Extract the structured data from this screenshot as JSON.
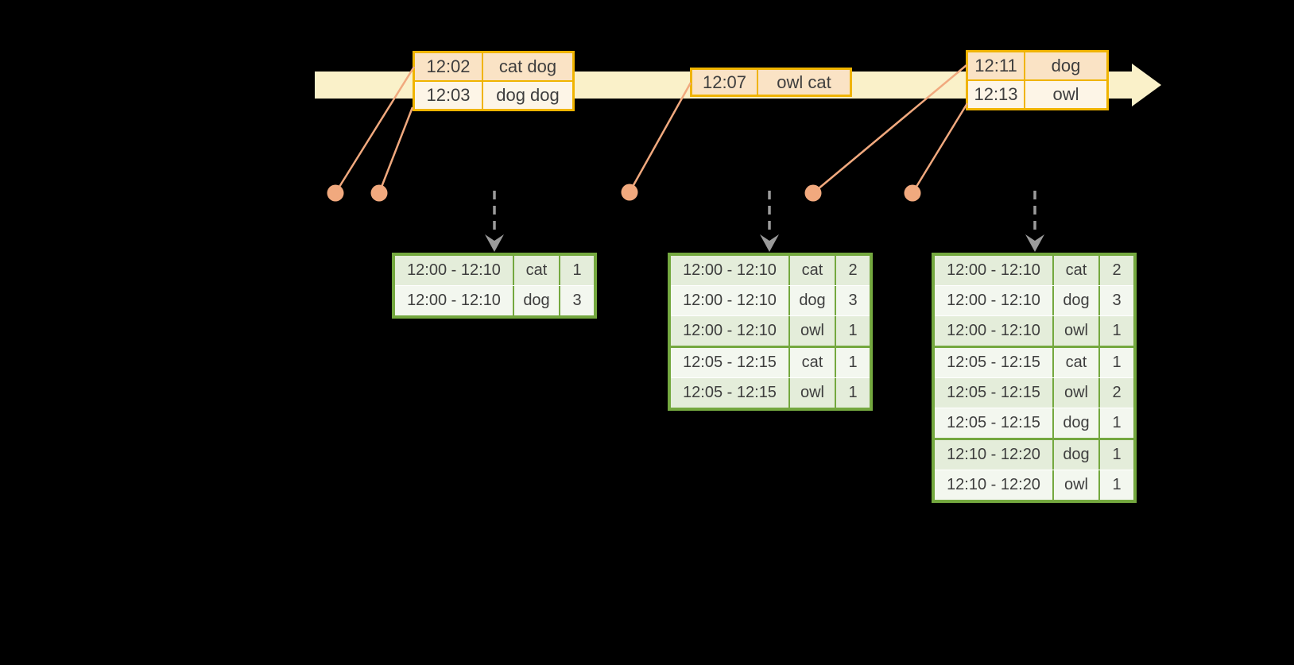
{
  "title": "windowed word-count streaming diagram",
  "colors": {
    "background": "#000000",
    "timeline_band": "#faf1c9",
    "event_border": "#f0b400",
    "event_fill_dark": "#fae3c5",
    "event_fill_light": "#fdf5e7",
    "event_dot": "#f1a97e",
    "connector_line": "#f1a97e",
    "trigger_arrow": "#9b9b9b",
    "result_border": "#74a83f",
    "result_fill_dark": "#e4edda",
    "result_fill_light": "#f3f7ef",
    "text": "#3e3e3e"
  },
  "timeline": {
    "entry_tables": [
      {
        "id": "entry-a",
        "rows": [
          {
            "time": "12:02",
            "words": "cat dog"
          },
          {
            "time": "12:03",
            "words": "dog dog"
          }
        ]
      },
      {
        "id": "entry-b",
        "rows": [
          {
            "time": "12:07",
            "words": "owl cat"
          }
        ]
      },
      {
        "id": "entry-c",
        "rows": [
          {
            "time": "12:11",
            "words": "dog"
          },
          {
            "time": "12:13",
            "words": "owl"
          }
        ]
      }
    ]
  },
  "result_tables": [
    {
      "id": "result-1",
      "groups": [
        [
          {
            "window": "12:00 - 12:10",
            "word": "cat",
            "count": "1"
          },
          {
            "window": "12:00 - 12:10",
            "word": "dog",
            "count": "3"
          }
        ]
      ]
    },
    {
      "id": "result-2",
      "groups": [
        [
          {
            "window": "12:00 - 12:10",
            "word": "cat",
            "count": "2"
          },
          {
            "window": "12:00 - 12:10",
            "word": "dog",
            "count": "3"
          },
          {
            "window": "12:00 - 12:10",
            "word": "owl",
            "count": "1"
          }
        ],
        [
          {
            "window": "12:05 - 12:15",
            "word": "cat",
            "count": "1"
          },
          {
            "window": "12:05 - 12:15",
            "word": "owl",
            "count": "1"
          }
        ]
      ]
    },
    {
      "id": "result-3",
      "groups": [
        [
          {
            "window": "12:00 - 12:10",
            "word": "cat",
            "count": "2"
          },
          {
            "window": "12:00 - 12:10",
            "word": "dog",
            "count": "3"
          },
          {
            "window": "12:00 - 12:10",
            "word": "owl",
            "count": "1"
          }
        ],
        [
          {
            "window": "12:05 - 12:15",
            "word": "cat",
            "count": "1"
          },
          {
            "window": "12:05 - 12:15",
            "word": "owl",
            "count": "2"
          },
          {
            "window": "12:05 - 12:15",
            "word": "dog",
            "count": "1"
          }
        ],
        [
          {
            "window": "12:10 - 12:20",
            "word": "dog",
            "count": "1"
          },
          {
            "window": "12:10 - 12:20",
            "word": "owl",
            "count": "1"
          }
        ]
      ]
    }
  ],
  "icons": {
    "timeline_arrowhead": "right-arrow",
    "event_dot": "filled-circle",
    "trigger_arrow": "dashed-down-arrow"
  }
}
